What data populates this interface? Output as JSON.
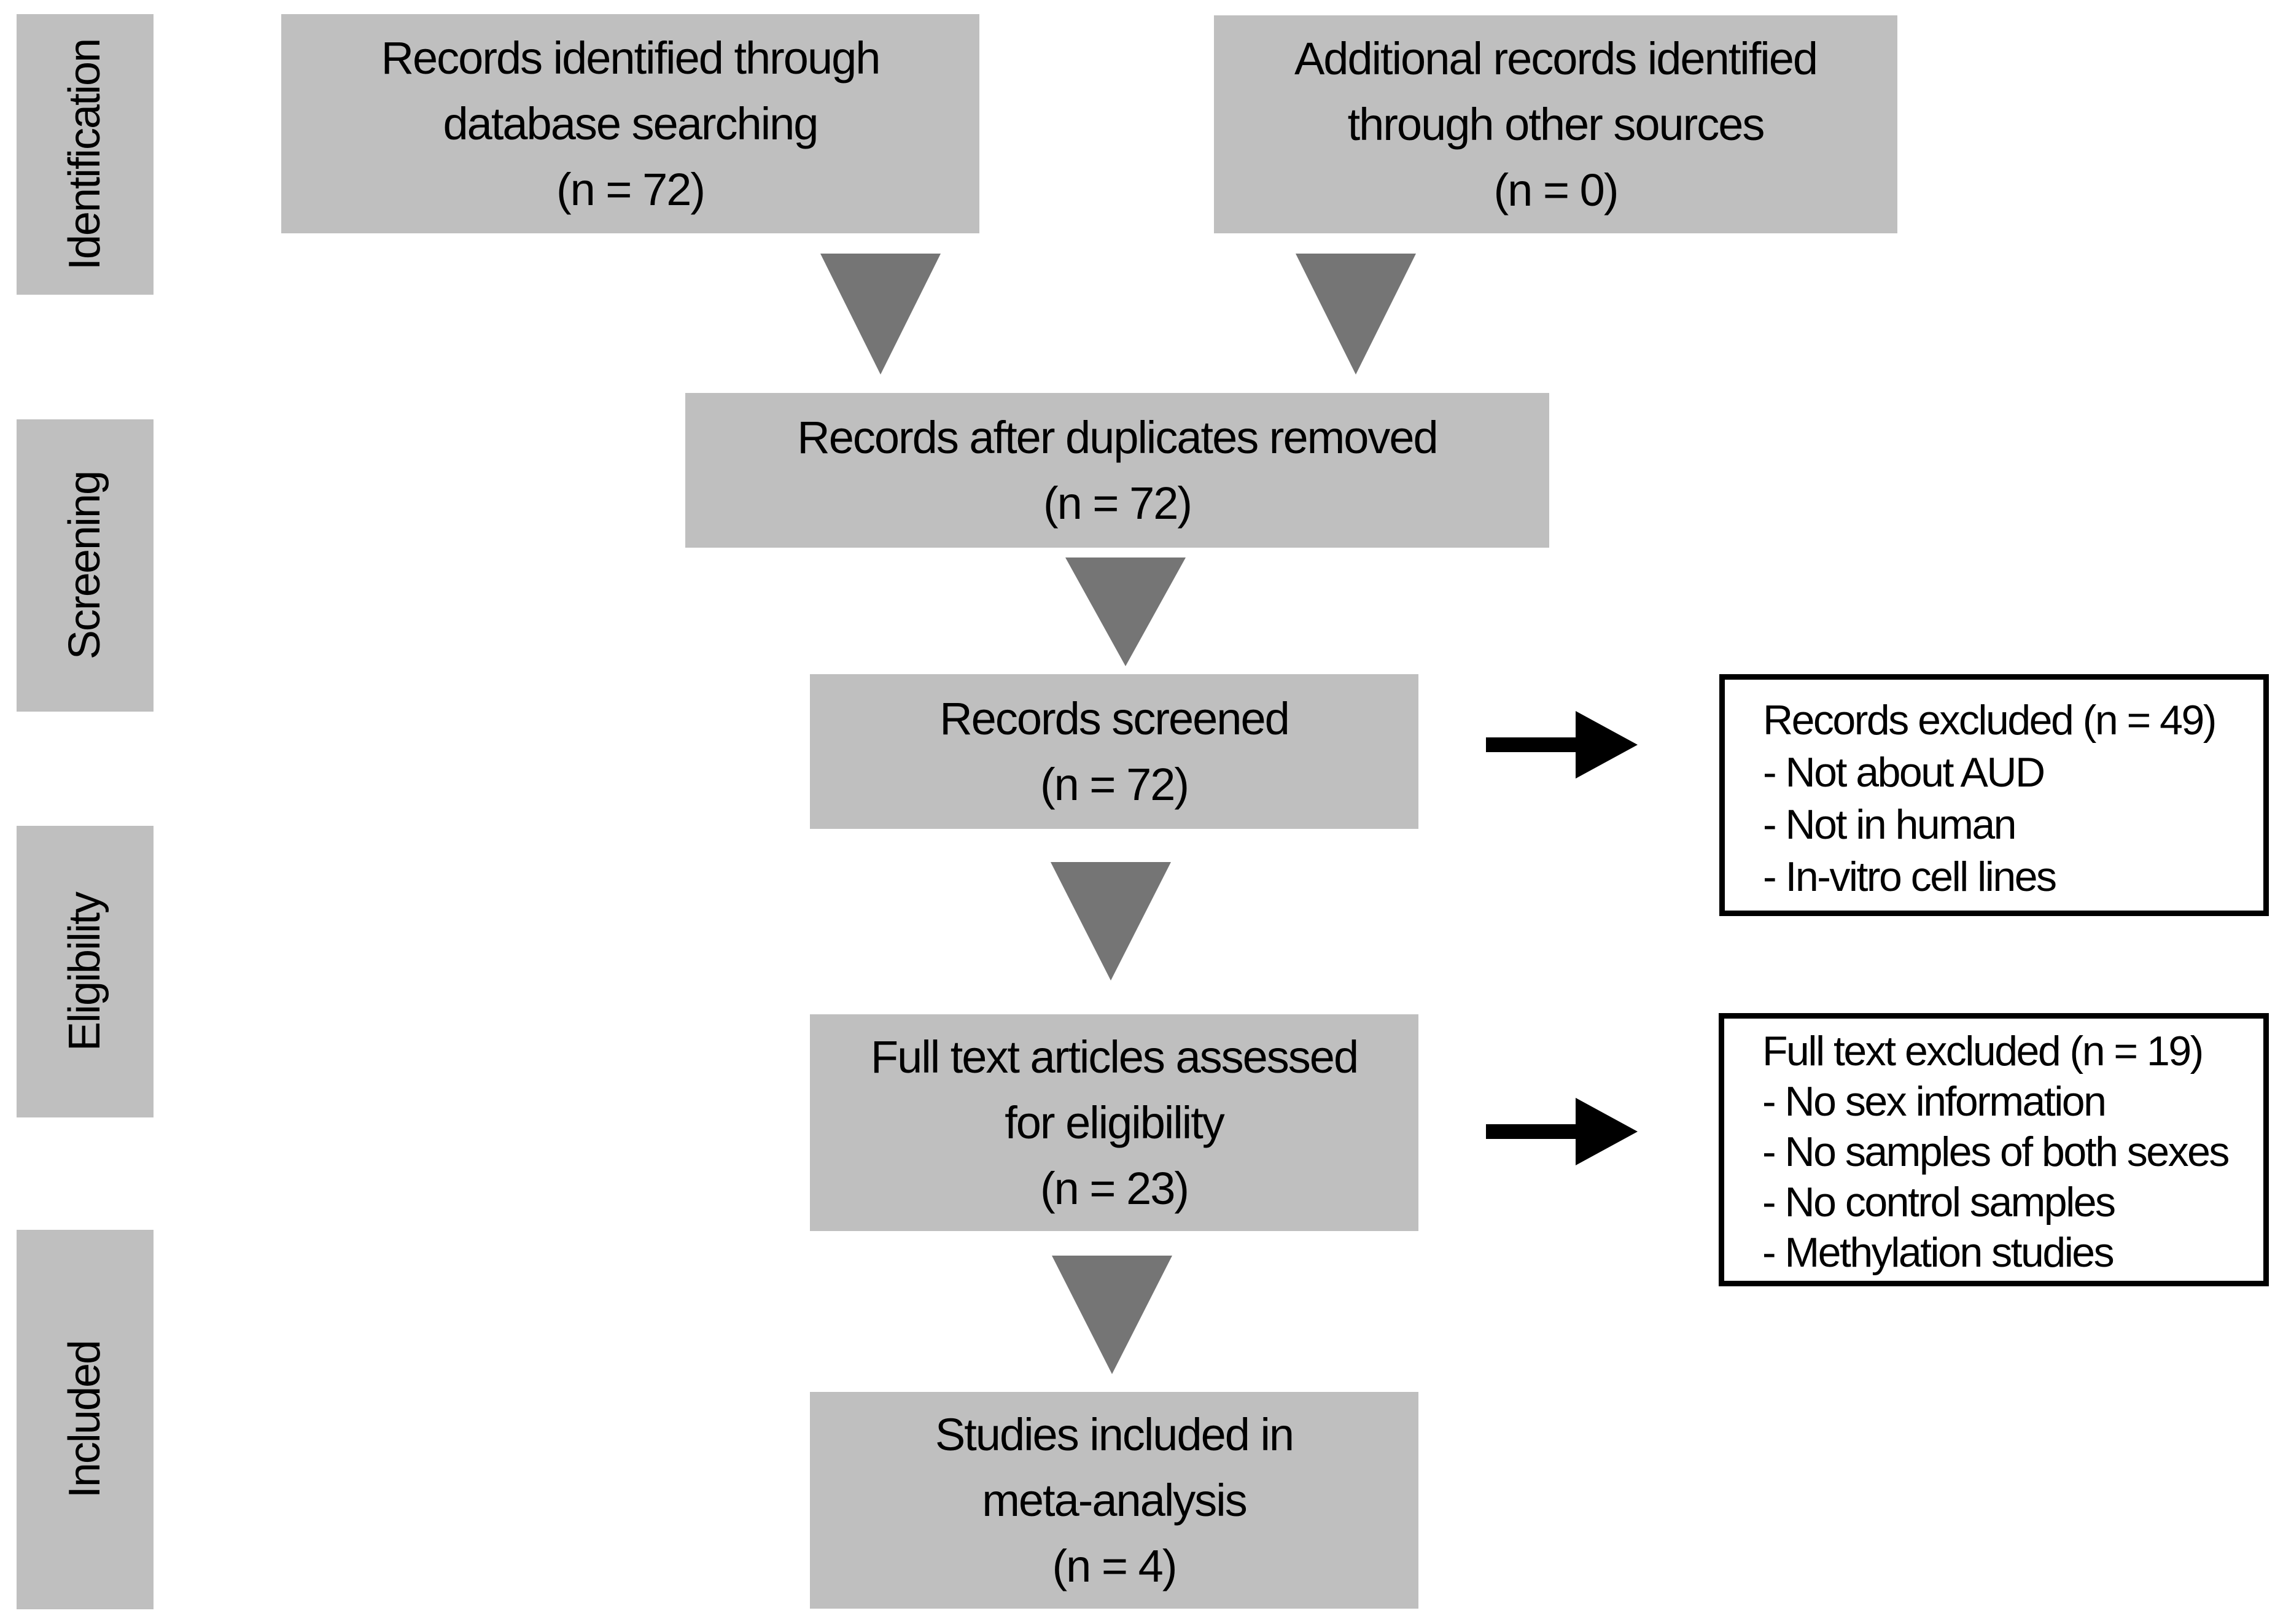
{
  "stages": [
    {
      "label": "Identification"
    },
    {
      "label": "Screening"
    },
    {
      "label": "Eligibility"
    },
    {
      "label": "Included"
    }
  ],
  "flow": {
    "boxes": [
      {
        "id": "records-identified",
        "lines": [
          "Records identified through",
          "database searching",
          "(n = 72)"
        ]
      },
      {
        "id": "additional-records",
        "lines": [
          "Additional records identified",
          "through other sources",
          "(n = 0)"
        ]
      },
      {
        "id": "duplicates-removed",
        "lines": [
          "Records after duplicates removed",
          "(n = 72)"
        ]
      },
      {
        "id": "records-screened",
        "lines": [
          "Records screened",
          "(n = 72)"
        ]
      },
      {
        "id": "full-text-assessed",
        "lines": [
          "Full text articles assessed",
          "for eligibility",
          "(n = 23)"
        ]
      },
      {
        "id": "studies-included",
        "lines": [
          "Studies included in",
          "meta-analysis",
          "(n = 4)"
        ]
      }
    ]
  },
  "exclusions": [
    {
      "title": "Records excluded (n = 49)",
      "items": [
        "- Not about AUD",
        "- Not in human",
        "- In-vitro cell lines"
      ]
    },
    {
      "title": "Full text excluded (n = 19)",
      "items": [
        "- No sex information",
        "- No samples of both sexes",
        "- No control samples",
        "- Methylation studies"
      ]
    }
  ],
  "colors": {
    "box_fill": "#bfbfbf",
    "connector_gray": "#757575",
    "arrow_black": "#000000",
    "border_black": "#000000",
    "background": "#ffffff",
    "text": "#000000"
  }
}
